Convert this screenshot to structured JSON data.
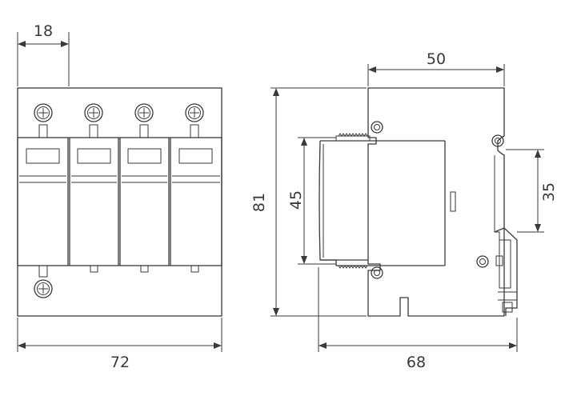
{
  "dimensions": {
    "front_width": "72",
    "module_width": "18",
    "side_depth": "68",
    "side_height": "81",
    "top_depth": "50",
    "window_height": "45",
    "rail_height": "35"
  }
}
